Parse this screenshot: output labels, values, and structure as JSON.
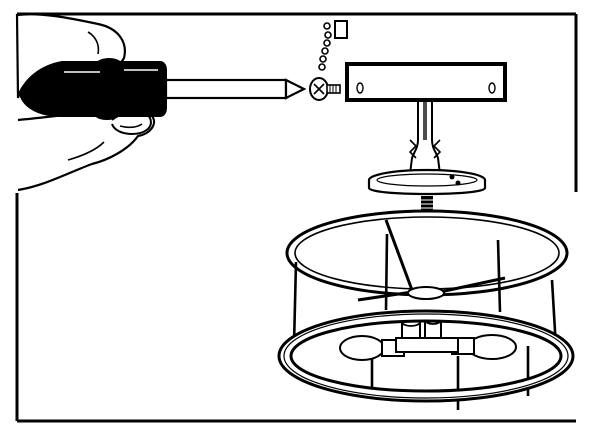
{
  "illustration": {
    "kind": "installation-step",
    "frame_color": "#000000",
    "background_color": "#ffffff",
    "hand_fill": "#ffffff",
    "screwdriver_handle_color": "#000000",
    "parts": [
      {
        "id": "hand",
        "icon": "hand-icon"
      },
      {
        "id": "screwdriver",
        "icon": "screwdriver-icon"
      },
      {
        "id": "screw",
        "icon": "screw-icon"
      },
      {
        "id": "washer-chain",
        "icon": "washer-icon"
      },
      {
        "id": "lock-nut",
        "icon": "nut-icon"
      },
      {
        "id": "mounting-bracket",
        "icon": "bracket-icon"
      },
      {
        "id": "supply-wires",
        "icon": "wire-icon"
      },
      {
        "id": "canopy",
        "icon": "canopy-icon"
      },
      {
        "id": "cage-fixture",
        "icon": "light-fixture-icon"
      },
      {
        "id": "bulbs",
        "icon": "bulb-icon"
      }
    ]
  }
}
